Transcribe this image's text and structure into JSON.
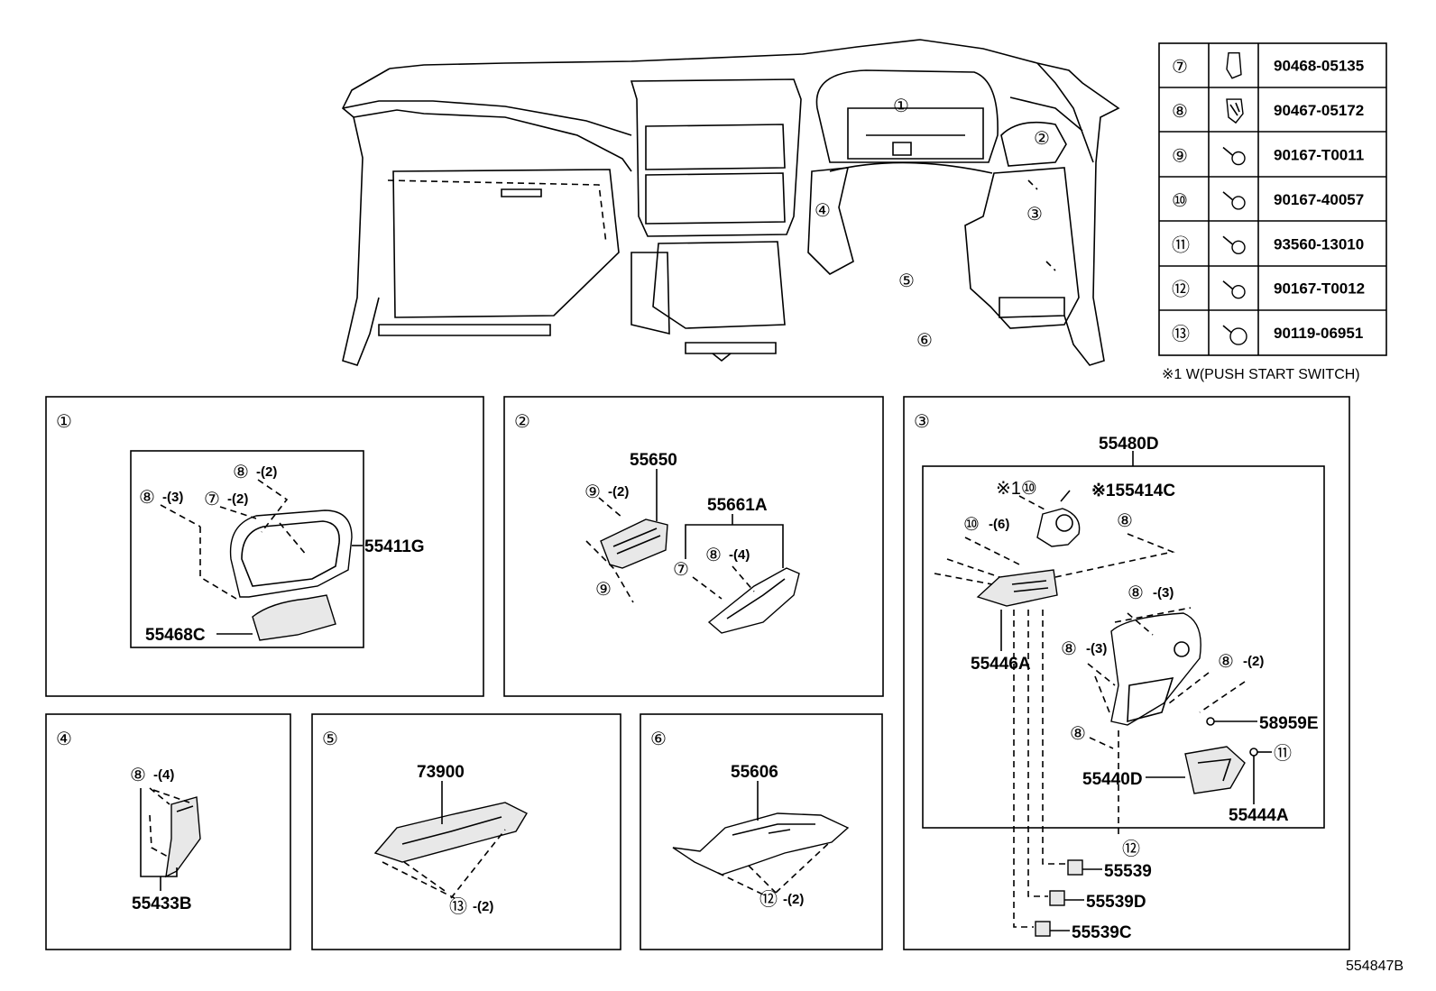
{
  "diagram_code": "554847B",
  "note": "※1 W(PUSH START SWITCH)",
  "main_callouts": [
    "①",
    "②",
    "③",
    "④",
    "⑤",
    "⑥"
  ],
  "fastener_table": [
    {
      "ref": "⑦",
      "part": "90468-05135",
      "icon": "clip-icon"
    },
    {
      "ref": "⑧",
      "part": "90467-05172",
      "icon": "push-clip-icon"
    },
    {
      "ref": "⑨",
      "part": "90167-T0011",
      "icon": "screw-icon"
    },
    {
      "ref": "⑩",
      "part": "90167-40057",
      "icon": "screw-icon"
    },
    {
      "ref": "⑪",
      "part": "93560-13010",
      "icon": "screw-icon"
    },
    {
      "ref": "⑫",
      "part": "90167-T0012",
      "icon": "screw-icon"
    },
    {
      "ref": "⑬",
      "part": "90119-06951",
      "icon": "screw-icon"
    }
  ],
  "panels": {
    "p1": {
      "label": "①",
      "parts": {
        "a": "55411G",
        "b": "55468C"
      },
      "callouts": {
        "c1": "⑧",
        "q1": "-(2)",
        "c2": "⑧",
        "q2": "-(3)",
        "c3": "⑦",
        "q3": "-(2)"
      }
    },
    "p2": {
      "label": "②",
      "parts": {
        "a": "55650",
        "b": "55661A"
      },
      "callouts": {
        "c1": "⑨",
        "q1": "-(2)",
        "c2": "⑨",
        "c3": "⑧",
        "q3": "-(4)",
        "c4": "⑦"
      }
    },
    "p3": {
      "label": "③",
      "parts": {
        "top": "55480D",
        "a": "55414C",
        "a_prefix": "※1",
        "b": "55446A",
        "c": "58959E",
        "d": "55440D",
        "e": "55444A",
        "f": "55539",
        "g": "55539D",
        "h": "55539C"
      },
      "callouts": {
        "c1": "⑩",
        "c1_prefix": "※1",
        "c2": "⑩",
        "q2": "-(6)",
        "c3": "⑧",
        "c4": "⑧",
        "q4": "-(3)",
        "c5": "⑧",
        "q5": "-(3)",
        "c6": "⑧",
        "q6": "-(2)",
        "c7": "⑧",
        "c8": "⑪",
        "c9": "⑫"
      }
    },
    "p4": {
      "label": "④",
      "parts": {
        "a": "55433B"
      },
      "callouts": {
        "c1": "⑧",
        "q1": "-(4)"
      }
    },
    "p5": {
      "label": "⑤",
      "parts": {
        "a": "73900"
      },
      "callouts": {
        "c1": "⑬",
        "q1": "-(2)"
      }
    },
    "p6": {
      "label": "⑥",
      "parts": {
        "a": "55606"
      },
      "callouts": {
        "c1": "⑫",
        "q1": "-(2)"
      }
    }
  }
}
